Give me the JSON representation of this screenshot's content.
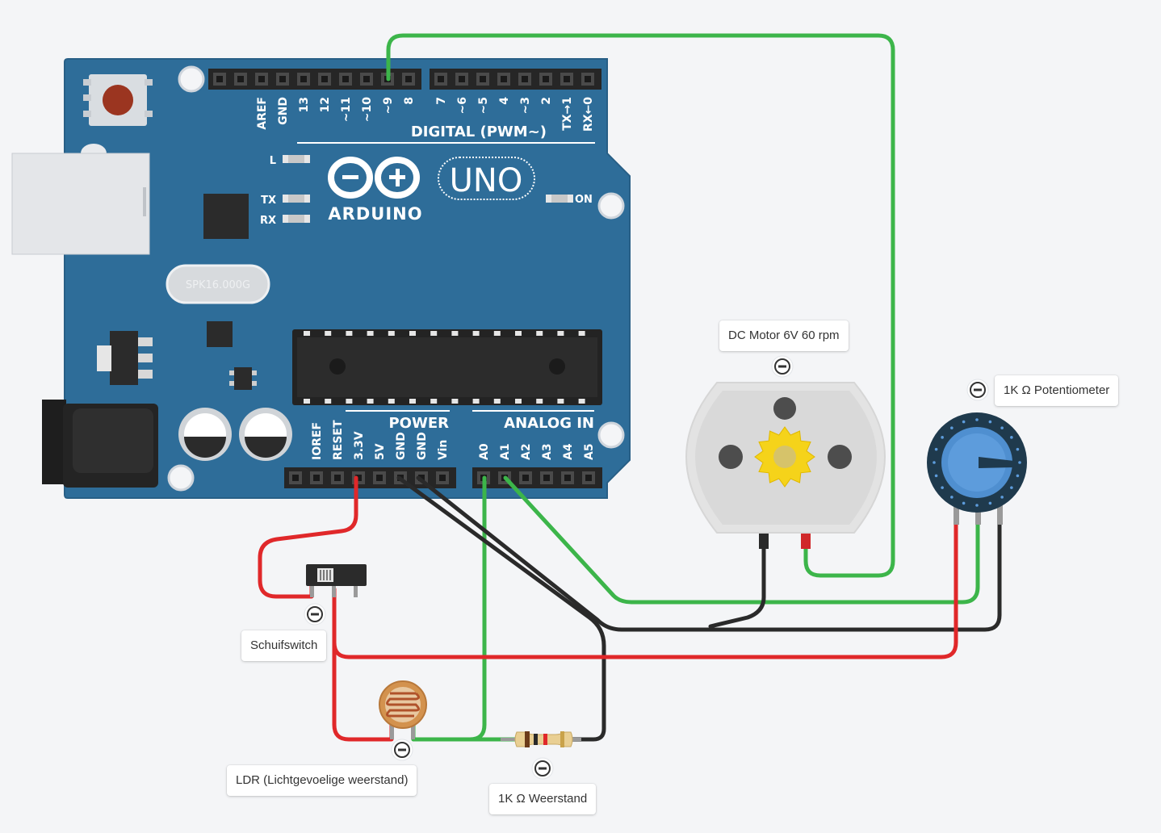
{
  "board": {
    "brand": "ARDUINO",
    "model": "UNO",
    "crystal": "SPK16.000G",
    "digital_header": "DIGITAL (PWM~)",
    "power_header": "POWER",
    "analog_header": "ANALOG IN",
    "led_l": "L",
    "led_tx": "TX",
    "led_rx": "RX",
    "led_on": "ON",
    "digital_pins": [
      "AREF",
      "GND",
      "13",
      "12",
      "~11",
      "~10",
      "~9",
      "8",
      "7",
      "~6",
      "~5",
      "4",
      "~3",
      "2",
      "TX→1",
      "RX←0"
    ],
    "power_pins": [
      "IOREF",
      "RESET",
      "3.3V",
      "5V",
      "GND",
      "GND",
      "Vin"
    ],
    "analog_pins": [
      "A0",
      "A1",
      "A2",
      "A3",
      "A4",
      "A5"
    ]
  },
  "components": {
    "motor": "DC Motor 6V 60 rpm",
    "potentiometer": "1K Ω Potentiometer",
    "switch": "Schuifswitch",
    "ldr": "LDR (Lichtgevoelige weerstand)",
    "resistor": "1K  Ω Weerstand"
  },
  "colors": {
    "board": "#2e6d99",
    "wire_red": "#e0282a",
    "wire_green": "#3cb54a",
    "wire_black": "#2a2a2a",
    "background": "#f4f5f7"
  }
}
